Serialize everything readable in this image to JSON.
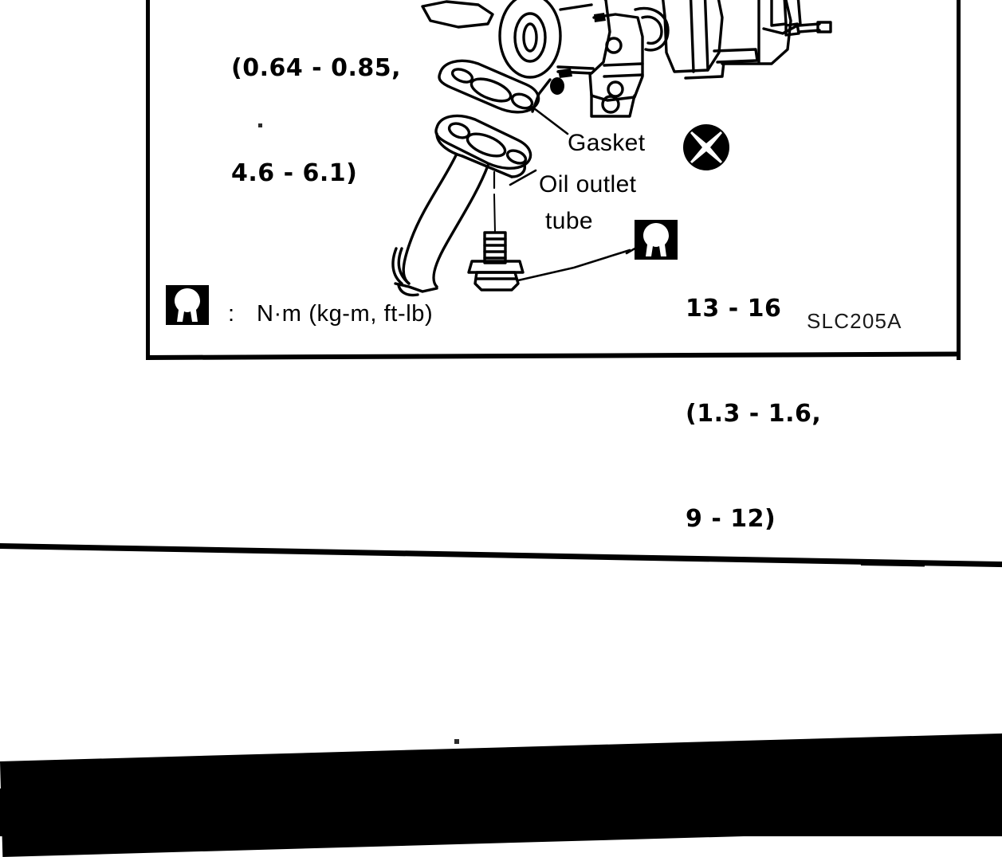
{
  "document": {
    "type": "service-manual-figure",
    "figure_id": "SLC205A",
    "subject": "Turbocharger assembly — oil outlet tube and gaskets"
  },
  "figure": {
    "torque_upper": {
      "line1": "(0.64 - 0.85,",
      "line2": "4.6 - 6.1)"
    },
    "torque_lower": {
      "line1": "13 - 16",
      "line2": "(1.3 - 1.6,",
      "line3": "9 - 12)"
    },
    "callouts": {
      "gasket": "Gasket",
      "oil_outlet_line1": "Oil outlet",
      "oil_outlet_line2": "tube"
    },
    "legend": {
      "separator": ":",
      "units": "N·m (kg-m, ft-lb)"
    },
    "figure_id": "SLC205A",
    "icons": {
      "torque_symbol": "wrench-socket-icon",
      "replace_symbol": "x-circle-icon"
    }
  },
  "colors": {
    "ink": "#000000",
    "paper": "#ffffff",
    "figure_id_ink": "#1a1a1a"
  }
}
